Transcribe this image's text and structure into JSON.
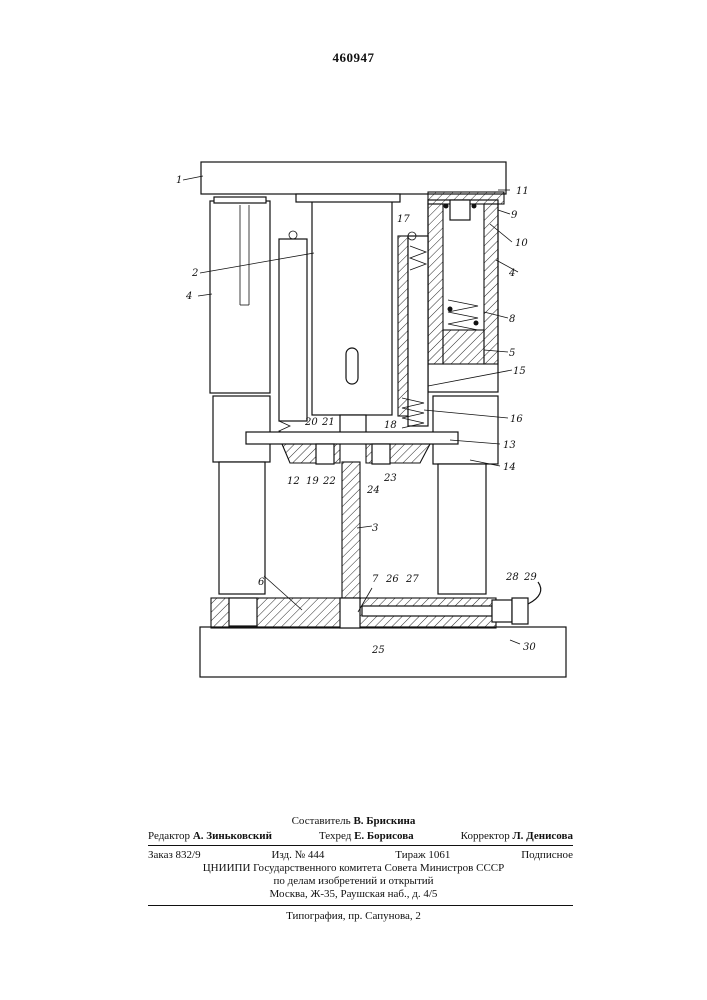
{
  "patent_number": "460947",
  "labels": {
    "l1": "1",
    "l2": "2",
    "l3": "3",
    "l4a": "4",
    "l4b": "4",
    "l5": "5",
    "l6": "6",
    "l7": "7",
    "l8": "8",
    "l9": "9",
    "l10": "10",
    "l11": "11",
    "l12": "12",
    "l13": "13",
    "l14": "14",
    "l15": "15",
    "l16": "16",
    "l17": "17",
    "l18": "18",
    "l19": "19",
    "l20": "20",
    "l21": "21",
    "l22": "22",
    "l23": "23",
    "l24": "24",
    "l25": "25",
    "l26": "26",
    "l27": "27",
    "l28": "28",
    "l29": "29",
    "l30": "30"
  },
  "imprint": {
    "compiler_label": "Составитель",
    "compiler_name": "В. Брискина",
    "editor_label": "Редактор",
    "editor_name": "А. Зиньковский",
    "techeditor_label": "Техред",
    "techeditor_name": "Е. Борисова",
    "corrector_label": "Корректор",
    "corrector_name": "Л. Денисова",
    "order": "Заказ 832/9",
    "edition": "Изд. № 444",
    "circulation": "Тираж 1061",
    "subscription": "Подписное",
    "org_line1": "ЦНИИПИ Государственного комитета Совета Министров СССР",
    "org_line2": "по делам изобретений и открытий",
    "org_line3": "Москва, Ж-35, Раушская наб., д. 4/5",
    "printer": "Типография, пр. Сапунова, 2"
  }
}
